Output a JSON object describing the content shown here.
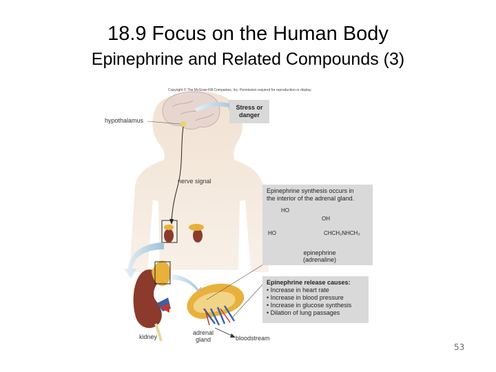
{
  "title": "18.9 Focus on the Human Body",
  "subtitle": "Epinephrine and Related Compounds (3)",
  "copyright": "Copyright © The McGraw-Hill Companies, Inc. Permission required for reproduction or display.",
  "labels": {
    "hypothalamus": "hypothalamus",
    "nerve_signal": "nerve signal",
    "kidney": "kidney",
    "adrenal_gland": [
      "adrenal",
      "gland"
    ],
    "bloodstream": "bloodstream"
  },
  "stress_box": [
    "Stress or",
    "danger"
  ],
  "synthesis_box": {
    "text": [
      "Epinephrine synthesis occurs in",
      "the interior of the adrenal gland."
    ],
    "structure": {
      "ho_top": "HO",
      "oh": "OH",
      "ho_left": "HO",
      "side_chain": "CHCH₂NHCH₃"
    },
    "name": [
      "epinephrine",
      "(adrenaline)"
    ]
  },
  "release_box": {
    "heading": "Epinephrine release causes:",
    "items": [
      "• Increase in heart rate",
      "• Increase in blood pressure",
      "• Increase in glucose synthesis",
      "• Dilation of lung passages"
    ]
  },
  "page_number": "53",
  "colors": {
    "body_fill": "#f3e6d8",
    "box_fill": "#d9d9d9",
    "adrenal": "#e8b13c",
    "kidney": "#8b3a2b",
    "arrow": "#a9c9df",
    "vessel_blue": "#3d5fa8",
    "vessel_red": "#c0392b"
  }
}
